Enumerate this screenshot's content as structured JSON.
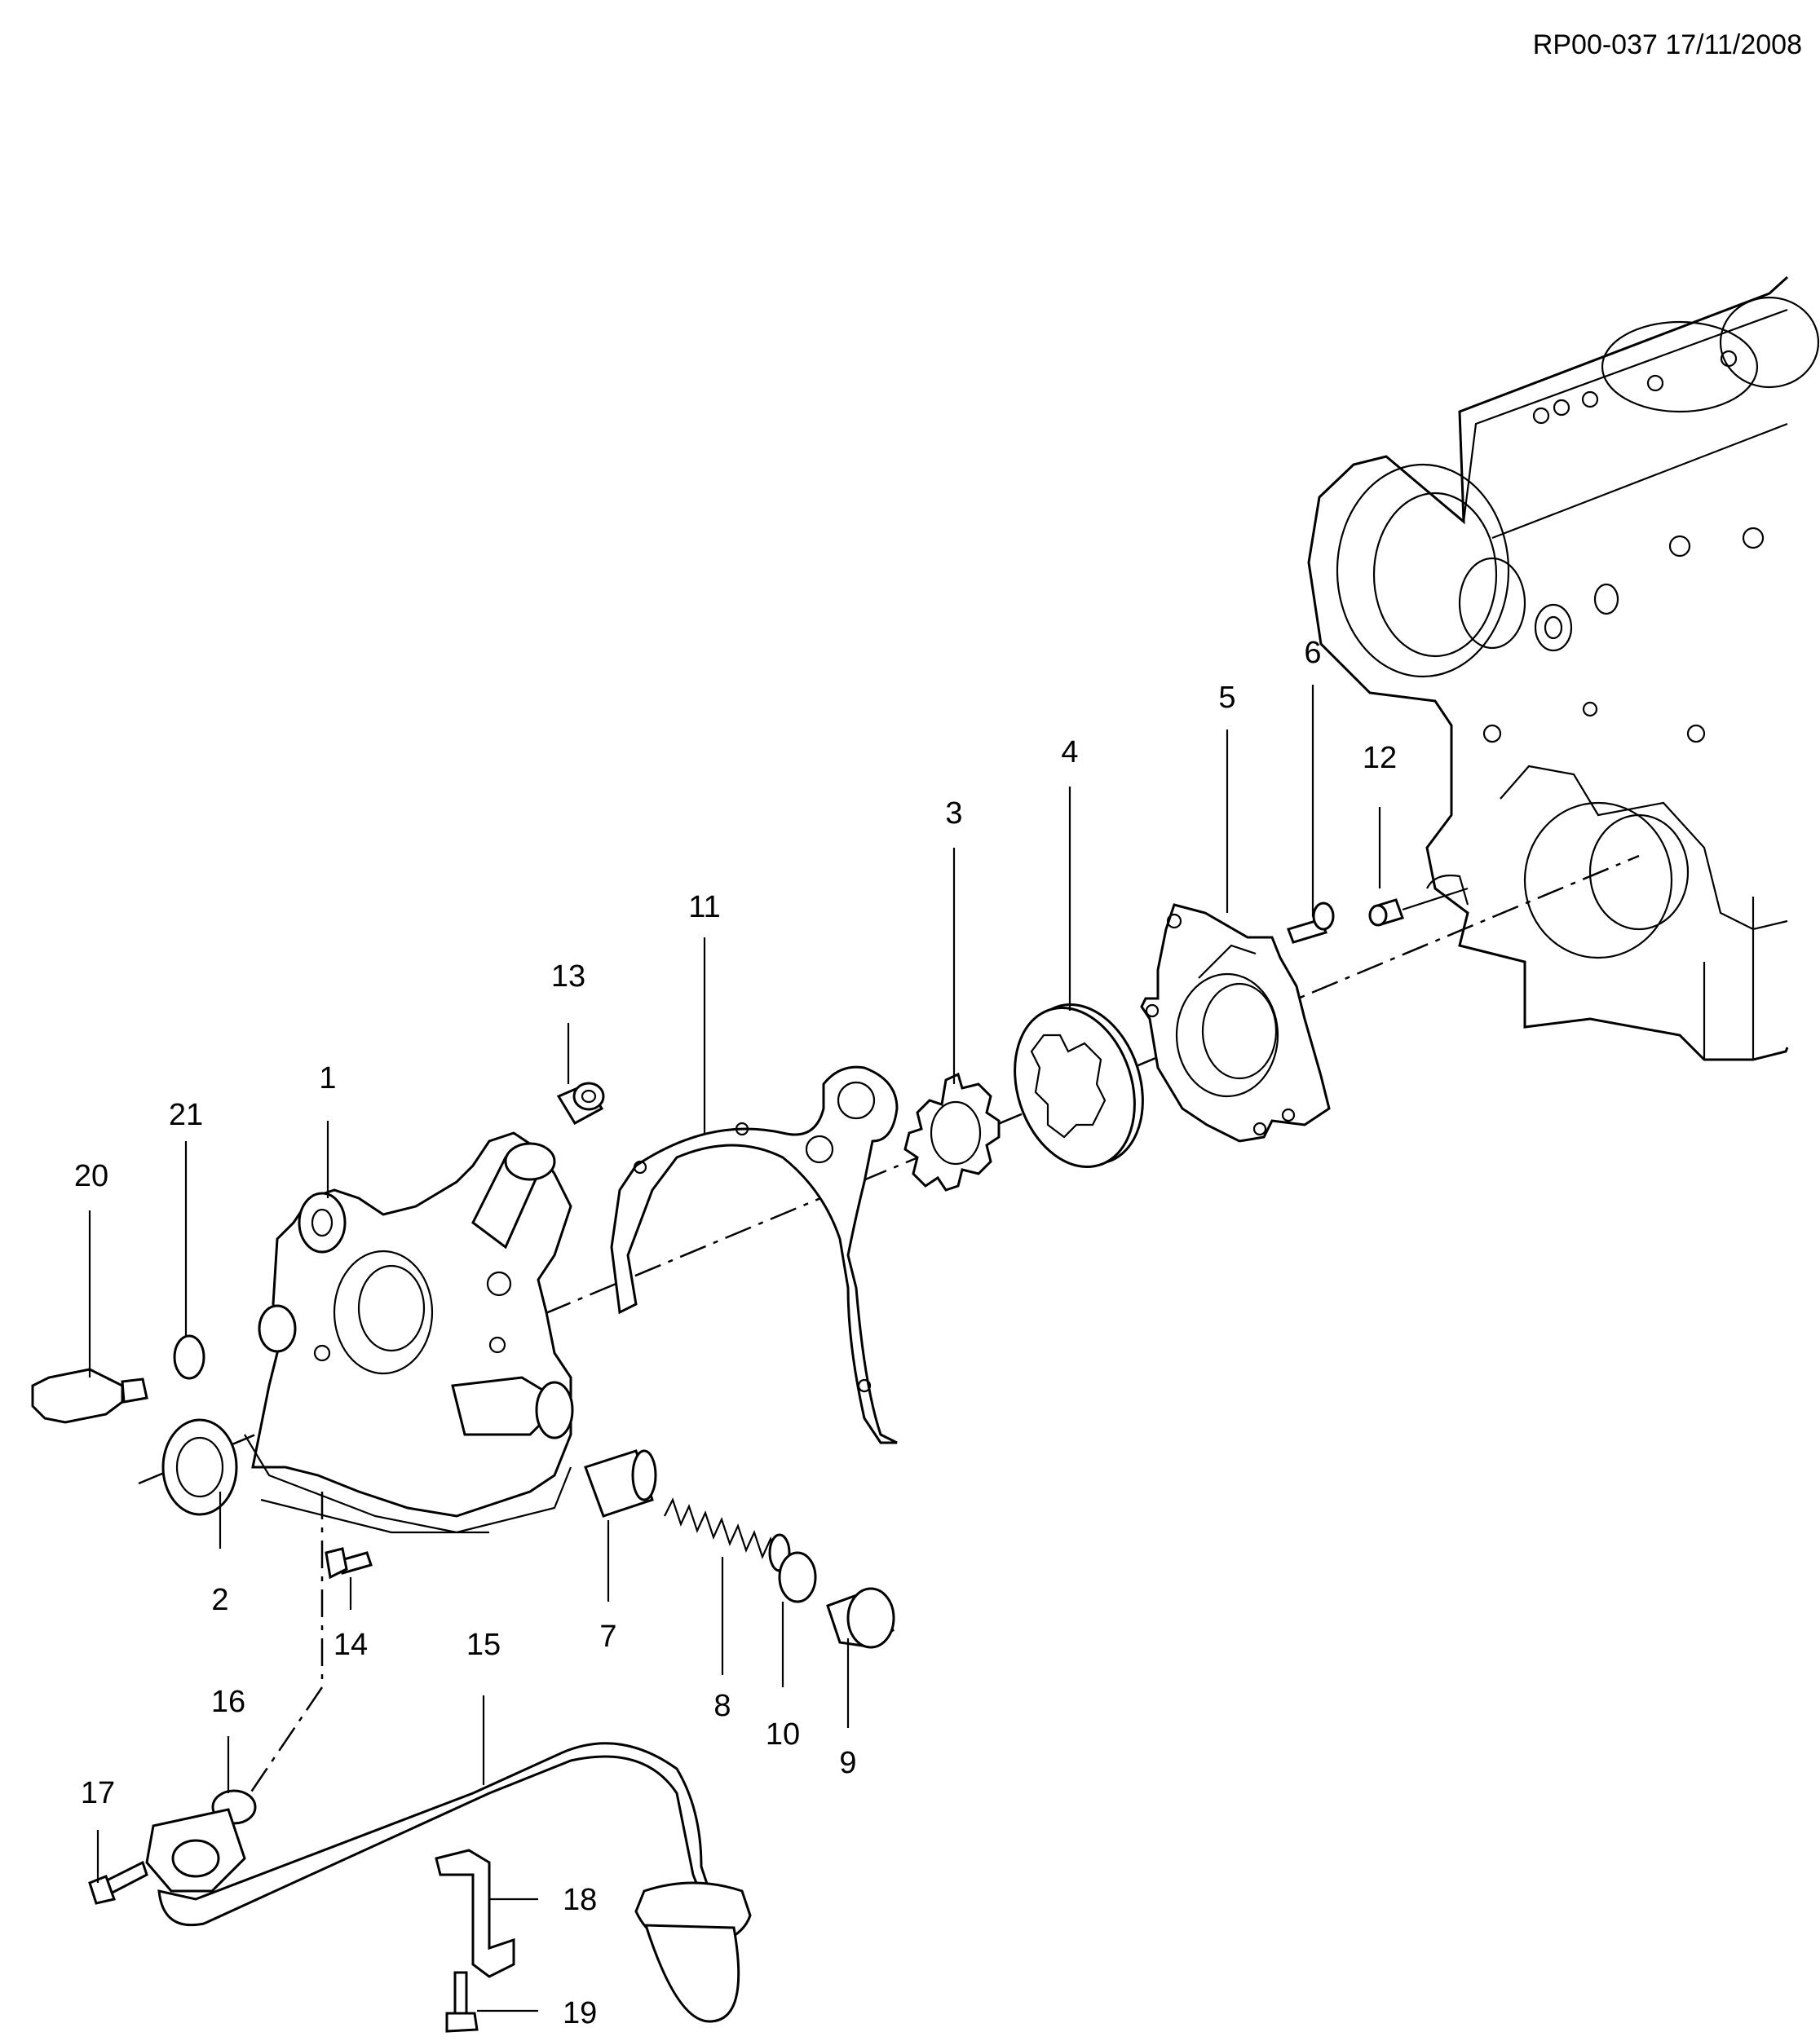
{
  "header": {
    "reference": "RP00-037 17/11/2008"
  },
  "callouts": [
    {
      "id": "1",
      "text": "1"
    },
    {
      "id": "2",
      "text": "2"
    },
    {
      "id": "3",
      "text": "3"
    },
    {
      "id": "4",
      "text": "4"
    },
    {
      "id": "5",
      "text": "5"
    },
    {
      "id": "6",
      "text": "6"
    },
    {
      "id": "7",
      "text": "7"
    },
    {
      "id": "8",
      "text": "8"
    },
    {
      "id": "9",
      "text": "9"
    },
    {
      "id": "10",
      "text": "10"
    },
    {
      "id": "11",
      "text": "11"
    },
    {
      "id": "12",
      "text": "12"
    },
    {
      "id": "13",
      "text": "13"
    },
    {
      "id": "14",
      "text": "14"
    },
    {
      "id": "15",
      "text": "15"
    },
    {
      "id": "16",
      "text": "16"
    },
    {
      "id": "17",
      "text": "17"
    },
    {
      "id": "18",
      "text": "18"
    },
    {
      "id": "19",
      "text": "19"
    },
    {
      "id": "20",
      "text": "20"
    },
    {
      "id": "21",
      "text": "21"
    }
  ]
}
